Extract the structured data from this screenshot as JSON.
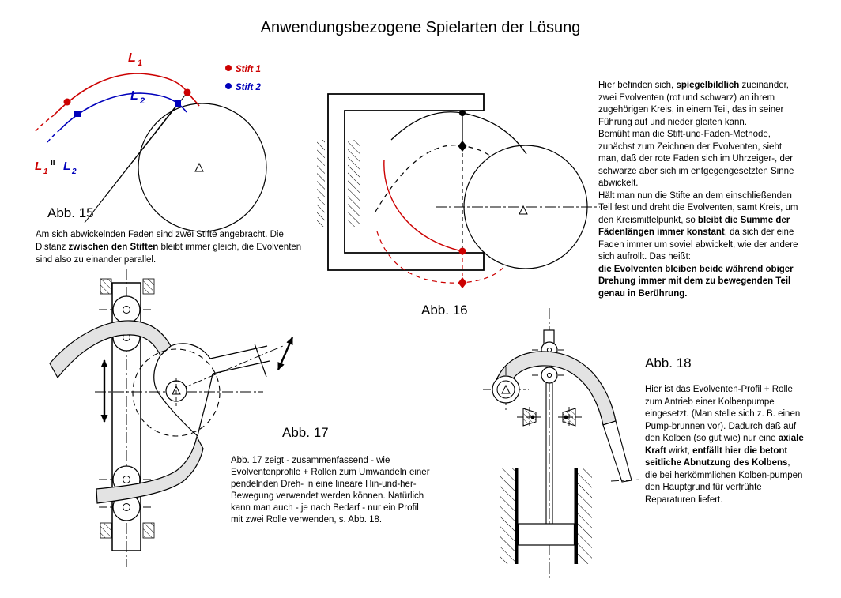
{
  "page": {
    "title": "Anwendungsbezogene Spielarten der Lösung"
  },
  "colors": {
    "red": "#cc0000",
    "blue": "#0000bb",
    "profile_gray": "#e3e3e3"
  },
  "fig15": {
    "caption": "Abb. 15",
    "labels": {
      "l1": "L",
      "l1_sub": "1",
      "l2": "L",
      "l2_sub": "2",
      "par_l1": "L",
      "par_l1_sub": "1",
      "par_sign": "II",
      "par_l2": "L",
      "par_l2_sub": "2",
      "legend_pin1": "Stift 1",
      "legend_pin2": "Stift 2"
    },
    "text": {
      "run1": "Am sich abwickelnden Faden sind  zwei Stifte angebracht. Die Distanz ",
      "run2_bold": "zwischen den Stiften",
      "run3": " bleibt immer gleich, die Evolventen sind also zu einander parallel."
    }
  },
  "fig16": {
    "caption": "Abb. 16"
  },
  "fig17": {
    "caption": "Abb. 17",
    "text": {
      "run1": "Abb. 17 zeigt - zusammenfassend - wie Evolventenprofile + Rollen zum Umwandeln einer pendelnden Dreh- in eine lineare Hin-und-her-Bewegung verwendet werden können. Natürlich kann man auch - je nach Bedarf -  nur ein Profil mit zwei Rolle verwenden, s. Abb. 18."
    }
  },
  "fig18": {
    "caption": "Abb. 18",
    "text": {
      "run1": "Hier ist das Evolventen-Profil + Rolle zum Antrieb einer Kolbenpumpe eingesetzt. (Man stelle sich z. B. einen Pump-brunnen vor). Dadurch daß auf den Kolben (so gut wie) nur eine ",
      "run2_bold": "axiale Kraft",
      "run3": " wirkt,  ",
      "run4_bold": "entfällt hier die betont seitliche Abnutzung des Kolbens",
      "run5": ", die bei herkömmlichen Kolben-pumpen den Hauptgrund für verfrühte Reparaturen liefert."
    }
  },
  "side_text": {
    "p1_run1": "Hier befinden sich, ",
    "p1_run2_bold": "spiegelbildlich",
    "p1_run3": " zueinander, zwei Evolventen (rot und schwarz) an ihrem zugehörigen Kreis, in einem Teil, das in seiner Führung auf und nieder gleiten kann.",
    "p2": "Bemüht man die Stift-und-Faden-Methode, zunächst zum Zeichnen der Evolventen, sieht man, daß der rote Faden sich im Uhrzeiger-, der schwarze aber sich im entgegengesetzten Sinne abwickelt.",
    "p3_run1": "Hält man nun die Stifte an dem einschließenden Teil fest und dreht die Evolventen, samt Kreis, um den Kreismittelpunkt,  so ",
    "p3_run2_bold": "bleibt die Summe der Fädenlängen immer konstant",
    "p3_run3": ", da sich der eine Faden  immer um soviel abwickelt, wie der andere sich aufrollt. Das heißt:",
    "p4_bold": "die Evolventen bleiben beide während obiger Drehung immer mit dem zu bewegenden Teil genau in Berührung."
  }
}
